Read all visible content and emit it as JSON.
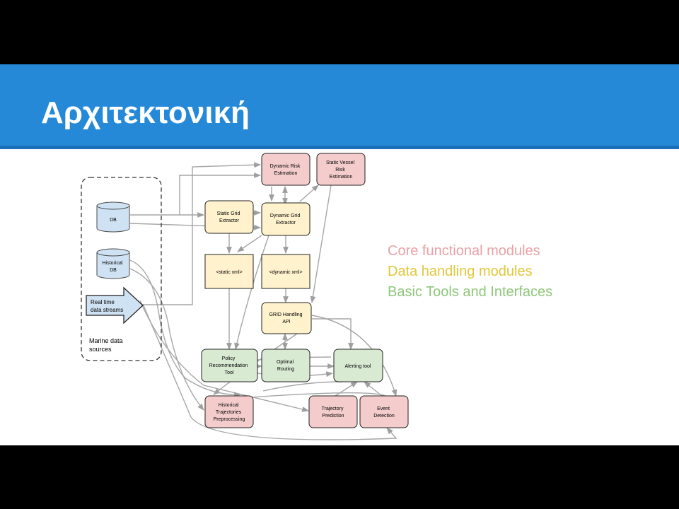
{
  "slide": {
    "title": "Αρχιτεκτονική"
  },
  "colors": {
    "title_bar": "#2589d8",
    "core": "#f4cccc",
    "data": "#fff2cc",
    "tools": "#d9ead3",
    "source": "#cfe2f3"
  },
  "diagram": {
    "sources_label": [
      "Marine data",
      "sources"
    ],
    "db": "DB",
    "historical_db": [
      "Historical",
      "DB"
    ],
    "real_time": [
      "Real time",
      "data streams"
    ],
    "dynamic_risk": [
      "Dynamic Risk",
      "Estimation"
    ],
    "static_vessel_risk": [
      "Static Vessel",
      "Risk",
      "Estimation"
    ],
    "static_grid": [
      "Static Grid",
      "Extractor"
    ],
    "dynamic_grid": [
      "Dynamic Grid",
      "Extractor"
    ],
    "static_xml": "<static xml>",
    "dynamic_xml": "<dynamic xml>",
    "grid_api": [
      "GRID Handling",
      "API"
    ],
    "policy_tool": [
      "Policy",
      "Recommendation",
      "Tool"
    ],
    "optimal_routing": [
      "Optimal",
      "Routing"
    ],
    "alerting_tool": "Alerting tool",
    "historical_traj": [
      "Historical",
      "Trajectories",
      "Preprocessing"
    ],
    "trajectory_prediction": [
      "Trajectory",
      "Prediction"
    ],
    "event_detection": [
      "Event",
      "Detection"
    ]
  },
  "legend": {
    "core": "Core functional modules",
    "data": "Data handling modules",
    "tools": "Basic Tools and Interfaces"
  }
}
